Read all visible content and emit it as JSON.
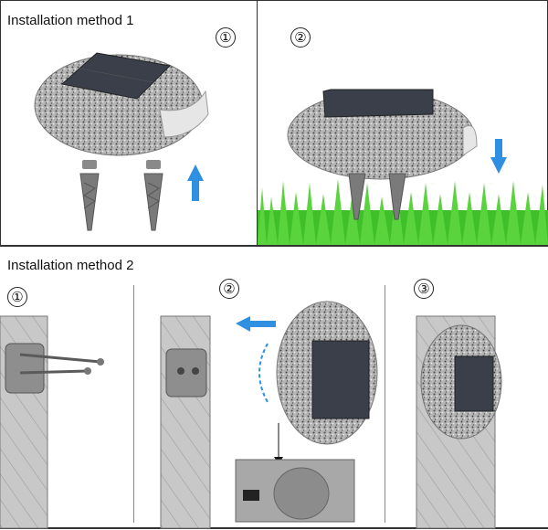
{
  "method1": {
    "title": "Installation method 1",
    "panels": [
      {
        "step": "①",
        "arrow_direction": "up"
      },
      {
        "step": "②",
        "arrow_direction": "down"
      }
    ]
  },
  "method2": {
    "title": "Installation method 2",
    "panels": [
      {
        "step": "①"
      },
      {
        "step": "②",
        "arrow_direction": "left"
      },
      {
        "step": "③"
      }
    ]
  },
  "colors": {
    "arrow": "#2f8fe0",
    "stone": "#9a9a9a",
    "grass": "#3fbf2a",
    "wall": "#c8c8c8",
    "solar_panel": "#3a3f4a"
  }
}
